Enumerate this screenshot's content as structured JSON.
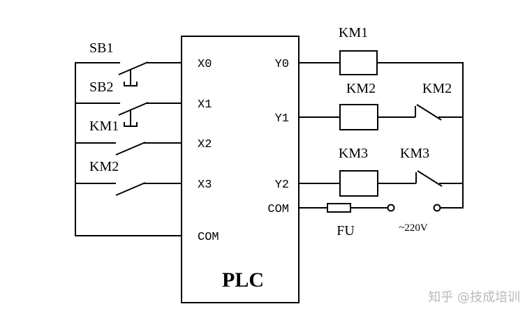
{
  "diagram": {
    "plc": {
      "label": "PLC",
      "inputs": [
        "X0",
        "X1",
        "X2",
        "X3"
      ],
      "input_com": "COM",
      "outputs": [
        "Y0",
        "Y1",
        "Y2"
      ],
      "output_com": "COM"
    },
    "input_switch_labels": [
      "SB1",
      "SB2",
      "KM1",
      "KM2"
    ],
    "coils": [
      "KM1",
      "KM2",
      "KM3"
    ],
    "contacts": [
      "KM2",
      "KM3"
    ],
    "fuse": "FU",
    "supply": "~220V"
  },
  "watermark": "知乎 @技成培训"
}
